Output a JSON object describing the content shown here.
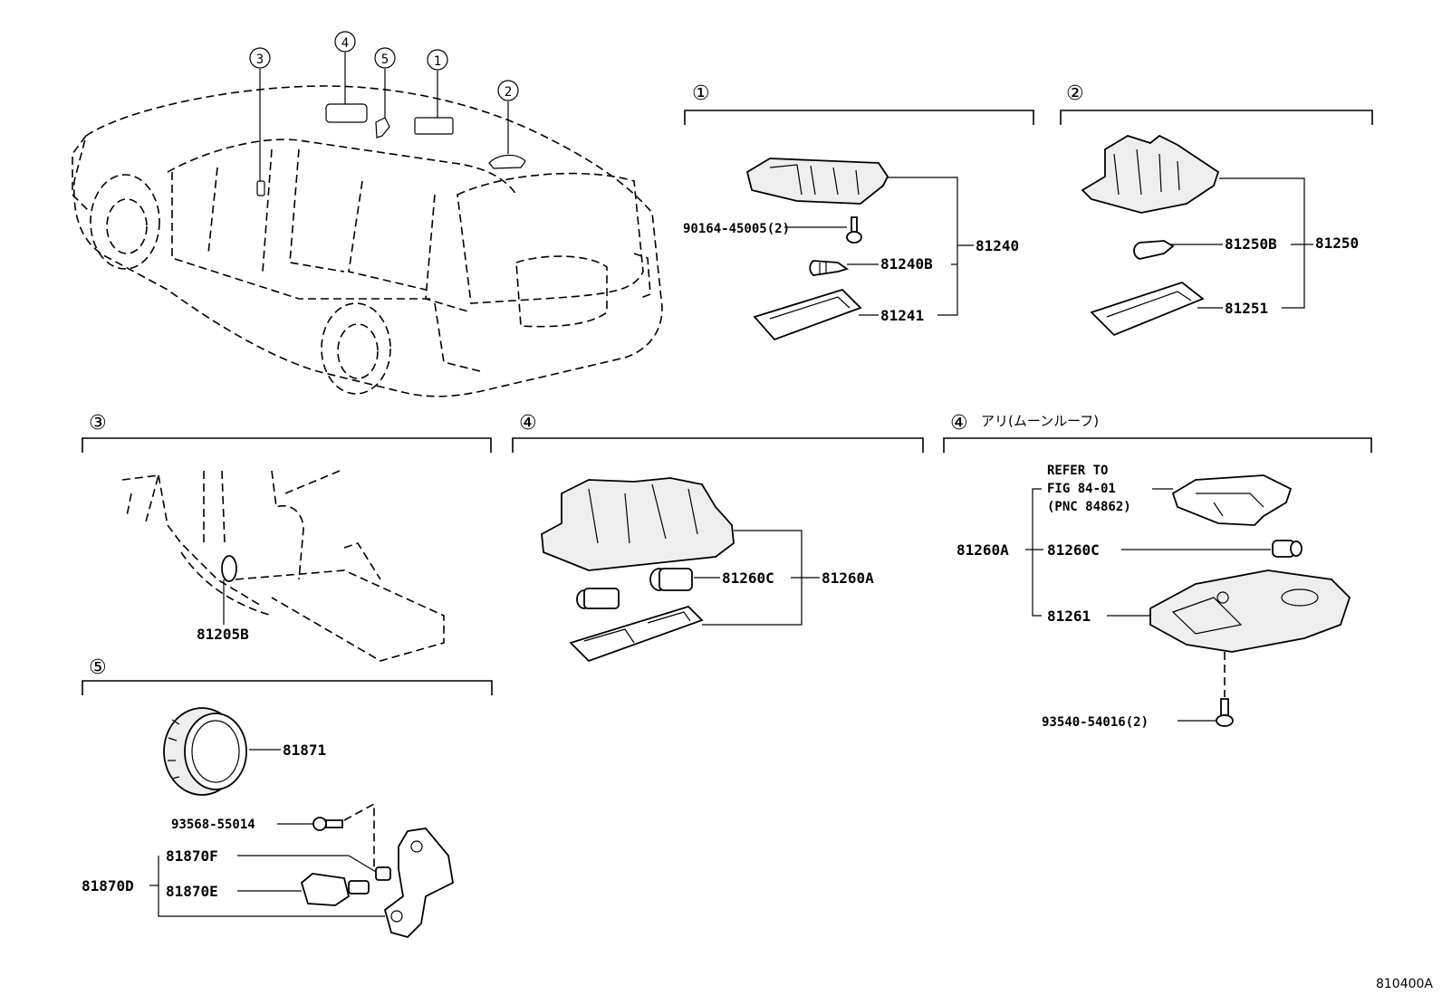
{
  "diagram_id": "810400A",
  "callouts": {
    "c1": "1",
    "c2": "2",
    "c3": "3",
    "c4": "4",
    "c5": "5"
  },
  "sections": {
    "s1": {
      "callout": "①"
    },
    "s2": {
      "callout": "②"
    },
    "s3": {
      "callout": "③"
    },
    "s4a": {
      "callout": "④"
    },
    "s4b": {
      "callout": "④",
      "note": "アリ(ムーンルーフ)"
    },
    "s5": {
      "callout": "⑤"
    }
  },
  "parts": {
    "p90164": "90164-45005(2)",
    "p81240": "81240",
    "p81240B": "81240B",
    "p81241": "81241",
    "p81250B": "81250B",
    "p81250": "81250",
    "p81251": "81251",
    "p81205B": "81205B",
    "p81260C_mid": "81260C",
    "p81260A_mid": "81260A",
    "refer_line1": "REFER TO",
    "refer_line2": "FIG 84-01",
    "refer_line3": "(PNC 84862)",
    "p81260A_right": "81260A",
    "p81260C_right": "81260C",
    "p81261": "81261",
    "p93540": "93540-54016(2)",
    "p81871": "81871",
    "p93568": "93568-55014",
    "p81870F": "81870F",
    "p81870D": "81870D",
    "p81870E": "81870E"
  }
}
